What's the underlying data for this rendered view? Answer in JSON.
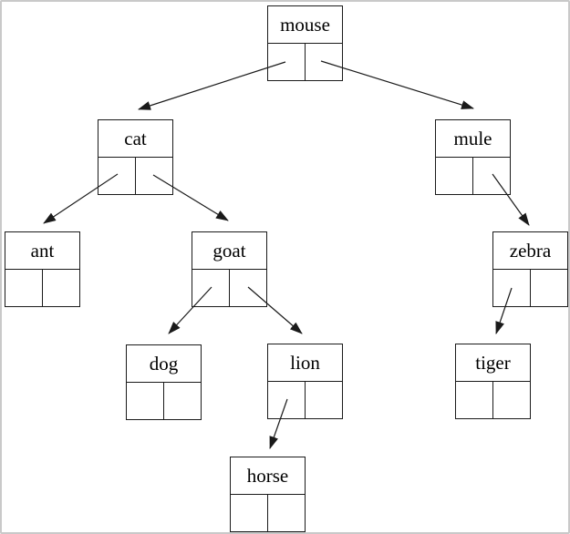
{
  "diagram": {
    "type": "binary-tree",
    "background_color": "#ffffff",
    "line_color": "#1a1a1a",
    "frame_border_color": "#c9c9c9",
    "nodes": [
      {
        "id": "mouse",
        "label": "mouse"
      },
      {
        "id": "cat",
        "label": "cat"
      },
      {
        "id": "mule",
        "label": "mule"
      },
      {
        "id": "ant",
        "label": "ant"
      },
      {
        "id": "goat",
        "label": "goat"
      },
      {
        "id": "zebra",
        "label": "zebra"
      },
      {
        "id": "dog",
        "label": "dog"
      },
      {
        "id": "lion",
        "label": "lion"
      },
      {
        "id": "tiger",
        "label": "tiger"
      },
      {
        "id": "horse",
        "label": "horse"
      }
    ],
    "edges": [
      {
        "from": "mouse",
        "pointer": "left",
        "to": "cat"
      },
      {
        "from": "mouse",
        "pointer": "right",
        "to": "mule"
      },
      {
        "from": "cat",
        "pointer": "left",
        "to": "ant"
      },
      {
        "from": "cat",
        "pointer": "right",
        "to": "goat"
      },
      {
        "from": "goat",
        "pointer": "left",
        "to": "dog"
      },
      {
        "from": "goat",
        "pointer": "right",
        "to": "lion"
      },
      {
        "from": "mule",
        "pointer": "right",
        "to": "zebra"
      },
      {
        "from": "zebra",
        "pointer": "left",
        "to": "tiger"
      },
      {
        "from": "lion",
        "pointer": "left",
        "to": "horse"
      }
    ]
  }
}
